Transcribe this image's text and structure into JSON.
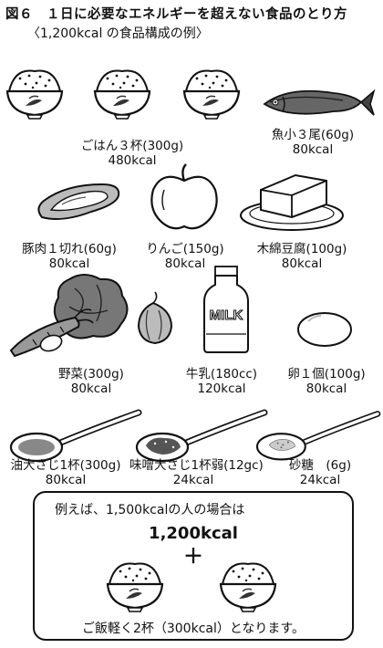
{
  "figure": {
    "title": "図６　１日に必要なエネルギーを超えない食品のとり方",
    "subtitle": "〈1,200kcal の食品構成の例〉"
  },
  "foods": [
    {
      "name": "ごはん３杯(300g)",
      "kcal": "480kcal",
      "icon": "rice-bowls"
    },
    {
      "name": "魚小３尾(60g)",
      "kcal": "80kcal",
      "icon": "fish"
    },
    {
      "name": "豚肉１切れ(60g)",
      "kcal": "80kcal",
      "icon": "pork-slice"
    },
    {
      "name": "りんご(150g)",
      "kcal": "80kcal",
      "icon": "apple"
    },
    {
      "name": "木綿豆腐(100g)",
      "kcal": "80kcal",
      "icon": "tofu"
    },
    {
      "name": "野菜(300g)",
      "kcal": "80kcal",
      "icon": "vegetables"
    },
    {
      "name": "牛乳(180cc)",
      "kcal": "120kcal",
      "icon": "milk-bottle"
    },
    {
      "name": "卵１個(100g)",
      "kcal": "80kcal",
      "icon": "egg"
    },
    {
      "name": "油大さじ1杯(300g)",
      "kcal": "80kcal",
      "icon": "oil-spoon"
    },
    {
      "name": "味噌大さじ1杯弱(12gc)",
      "kcal": "24kcal",
      "icon": "miso-spoon"
    },
    {
      "name": "砂糖　(6g)",
      "kcal": "24kcal",
      "icon": "sugar-spoon"
    }
  ],
  "milk_text": "MILK",
  "example_box": {
    "intro": "例えば、1,500kcalの人の場合は",
    "base": "1,200kcal",
    "plus": "＋",
    "result": "ご飯軽く2杯（300kcal）となります。"
  }
}
